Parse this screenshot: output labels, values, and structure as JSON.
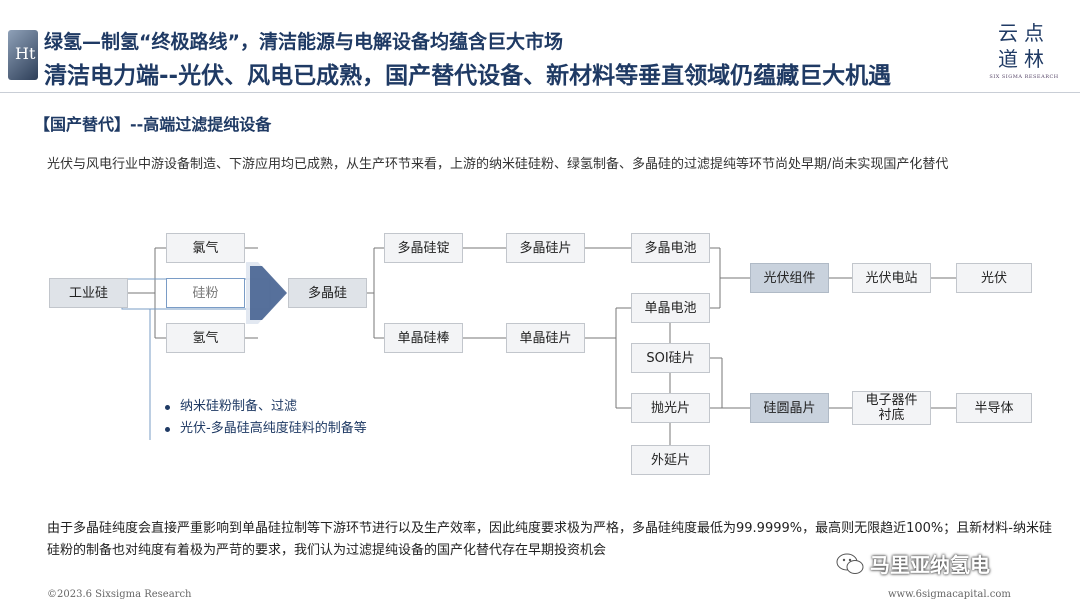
{
  "header": {
    "logo_glyph": "Ht",
    "title_line1": "绿氢—制氢“终极路线”，清洁能源与电解设备均蕴含巨大市场",
    "title_line2": "清洁电力端--光伏、风电已成熟，国产替代设备、新材料等垂直领域仍蕴藏巨大机遇",
    "brand_cn_line1": "云点",
    "brand_cn_line2": "道林",
    "brand_en": "SIX SIGMA RESEARCH"
  },
  "section_title": "【国产替代】--高端过滤提纯设备",
  "intro": "光伏与风电行业中游设备制造、下游应用均已成熟，从生产环节来看，上游的纳米硅硅粉、绿氢制备、多晶硅的过滤提纯等环节尚处早期/尚未实现国产化替代",
  "diagram": {
    "industrial_si": "工业硅",
    "chlorine": "氯气",
    "si_powder": "硅粉",
    "hydrogen": "氢气",
    "polysilicon": "多晶硅",
    "poly_ingot": "多晶硅锭",
    "poly_wafer": "多晶硅片",
    "poly_cell": "多晶电池",
    "mono_rod": "单晶硅棒",
    "mono_wafer": "单晶硅片",
    "mono_cell": "单晶电池",
    "soi_wafer": "SOI硅片",
    "polished_wafer": "抛光片",
    "epi_wafer": "外延片",
    "pv_module": "光伏组件",
    "pv_plant": "光伏电站",
    "pv": "光伏",
    "si_wafer": "硅圆晶片",
    "electronic_substrate_l1": "电子器件",
    "electronic_substrate_l2": "衬底",
    "semiconductor": "半导体"
  },
  "bullets": [
    "纳米硅粉制备、过滤",
    "光伏-多晶硅高纯度硅料的制备等"
  ],
  "bottom_text": "由于多晶硅纯度会直接严重影响到单晶硅拉制等下游环节进行以及生产效率，因此纯度要求极为严格，多晶硅纯度最低为99.9999%，最高则无限趋近100%；且新材料-纳米硅硅粉的制备也对纯度有着极为严苛的要求，我们认为过滤提纯设备的国产化替代存在早期投资机会",
  "footer": {
    "left": "©2023.6 Sixsigma Research",
    "right": "www.6sigmacapital.com",
    "wechat": "马里亚纳氢电"
  },
  "colors": {
    "navy": "#1f3a64",
    "box_dark": "#c9d2dd",
    "box_light": "#f3f4f6",
    "arrow": "#3d5a8c"
  }
}
